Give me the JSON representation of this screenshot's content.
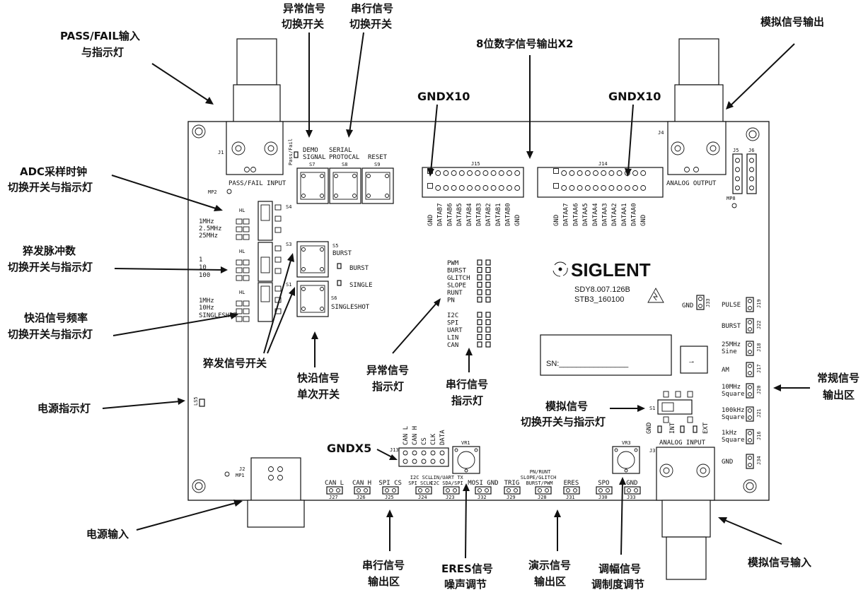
{
  "callouts": {
    "pass_fail": [
      "PASS/FAIL输入",
      "与指示灯"
    ],
    "abnormal_switch": [
      "异常信号",
      "切换开关"
    ],
    "serial_switch": [
      "串行信号",
      "切换开关"
    ],
    "digital_out": "8位数字信号输出X2",
    "analog_out": "模拟信号输出",
    "gnd_left": "GNDX10",
    "gnd_right": "GNDX10",
    "adc_clock": [
      "ADC采样时钟",
      "切换开关与指示灯"
    ],
    "burst_count": [
      "猝发脉冲数",
      "切换开关与指示灯"
    ],
    "fast_edge": [
      "快沿信号频率",
      "切换开关与指示灯"
    ],
    "burst_switch": "猝发信号开关",
    "fast_single": [
      "快沿信号",
      "单次开关"
    ],
    "abnormal_led": [
      "异常信号",
      "指示灯"
    ],
    "serial_led": [
      "串行信号",
      "指示灯"
    ],
    "regular_out": [
      "常规信号",
      "输出区"
    ],
    "power_led": "电源指示灯",
    "analog_switch": [
      "模拟信号",
      "切换开关与指示灯"
    ],
    "gnd_x5": "GNDX5",
    "power_in": "电源输入",
    "serial_out": [
      "串行信号",
      "输出区"
    ],
    "eres_noise": [
      "ERES信号",
      "噪声调节"
    ],
    "demo_out": [
      "演示信号",
      "输出区"
    ],
    "am_depth": [
      "调幅信号",
      "调制度调节"
    ],
    "analog_in": "模拟信号输入"
  },
  "silkscreen": {
    "j1": "J1",
    "pass_fail_input": "PASS/FAIL INPUT",
    "pass_fail_vert": "Pass/Fail",
    "mp2": "MP2",
    "demo_signal": [
      "DEMO",
      "SIGNAL"
    ],
    "serial_protocal": [
      "SERIAL",
      "PROTOCAL"
    ],
    "reset": "RESET",
    "s7": "S7",
    "s8": "S8",
    "s9": "S9",
    "j15": "J15",
    "j14": "J14",
    "j4": "J4",
    "j5": "J5",
    "j6": "J6",
    "mp8": "MP8",
    "analog_output": "ANALOG OUTPUT",
    "j15_pins": [
      "GND",
      "DATAB7",
      "DATAB6",
      "DATAB5",
      "DATAB4",
      "DATAB3",
      "DATAB2",
      "DATAB1",
      "DATAB0",
      "GND"
    ],
    "j14_pins": [
      "GND",
      "DATAA7",
      "DATAA6",
      "DATAA5",
      "DATAA4",
      "DATAA3",
      "DATAA2",
      "DATAA1",
      "DATAA0",
      "GND"
    ],
    "s4": "S4",
    "s3": "S3",
    "s1": "S1",
    "s5": "S5",
    "s6": "S6",
    "freq1": [
      "1MHz",
      "2.5MHz",
      "25MHz"
    ],
    "count": [
      "1",
      "10",
      "100"
    ],
    "freq2": [
      "1MHz",
      "10Hz",
      "SINGLESHOT"
    ],
    "burst": "BURST",
    "single": "SINGLE",
    "singleshot": "SINGLESHOT",
    "abnormal_list": [
      "PWM",
      "BURST",
      "GLITCH",
      "SLOPE",
      "RUNT",
      "PN"
    ],
    "serial_list": [
      "I2C",
      "SPI",
      "UART",
      "LIN",
      "CAN"
    ],
    "brand": "SIGLENT",
    "model": "SDY8.007.126B",
    "board": "STB3_160100",
    "gnd": "GND",
    "j33": "J33",
    "sn": "SN:________________",
    "arrow_box": "→",
    "regular_list": [
      [
        "PULSE"
      ],
      [
        "BURST"
      ],
      [
        "25MHz",
        "Sine"
      ],
      [
        "AM"
      ],
      [
        "10MHz",
        "Square"
      ],
      [
        "100kHz",
        "Square"
      ],
      [
        "1kHz",
        "Square"
      ],
      [
        "GND"
      ]
    ],
    "regular_j": [
      "J19",
      "J22",
      "J18",
      "J17",
      "J20",
      "J21",
      "J16",
      "J34"
    ],
    "analog_sw_labels": [
      "GND",
      "INT",
      "EXT"
    ],
    "analog_input": "ANALOG INPUT",
    "j3": "J3",
    "vr1": "VR1",
    "vr3": "VR3",
    "j13": "J13",
    "j13_pins": [
      "CAN L",
      "CAN H",
      "CS",
      "CLK",
      "DATA"
    ],
    "j2": "J2",
    "mp1": "MP1",
    "bottom_headers": [
      {
        "label": [
          "CAN L"
        ],
        "j": "J27"
      },
      {
        "label": [
          "CAN H"
        ],
        "j": "J26"
      },
      {
        "label": [
          "SPI CS"
        ],
        "j": "J25"
      },
      {
        "label": [
          "I2C SCL",
          "SPI SCLK"
        ],
        "j": "J24"
      },
      {
        "label": [
          "LIN/UART TX",
          "I2C SDA/SPI"
        ],
        "j": "J23"
      },
      {
        "label": [
          "MOSI GND"
        ],
        "j": "J32"
      },
      {
        "label": [
          "TRIG"
        ],
        "j": "J29"
      },
      {
        "label": [
          "PN/RUNT",
          "SLOPE/GLITCH",
          "BURST/PWM"
        ],
        "j": "J28"
      },
      {
        "label": [
          "ERES"
        ],
        "j": "J31"
      },
      {
        "label": [
          "SPO"
        ],
        "j": "J30"
      },
      {
        "label": [
          "GND"
        ],
        "j": "J33"
      }
    ],
    "ls_power": "LS5"
  }
}
